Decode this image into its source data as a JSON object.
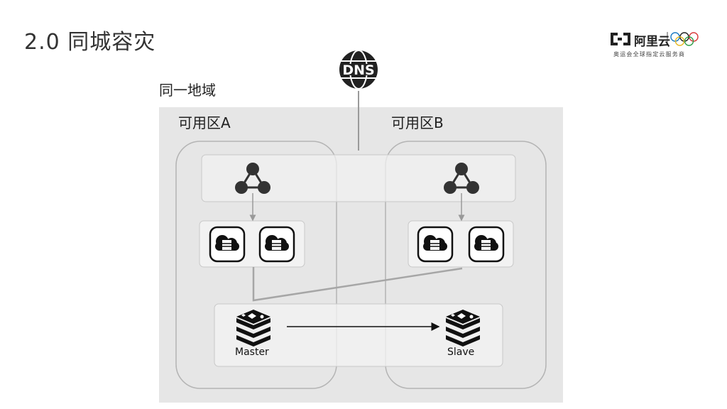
{
  "slide": {
    "title": "2.0 同城容灾"
  },
  "diagram": {
    "region_label": "同一地域",
    "zone_a_label": "可用区A",
    "zone_b_label": "可用区B",
    "dns_icon_text": "DNS",
    "master_label": "Master",
    "slave_label": "Slave",
    "icons": {
      "dns": "dns-globe-icon",
      "load_balancer": "slb-icon",
      "server": "cloud-server-icon",
      "database": "redis-icon"
    }
  },
  "logo": {
    "brand": "阿里云",
    "tagline": "奥运会全球指定云服务商"
  }
}
